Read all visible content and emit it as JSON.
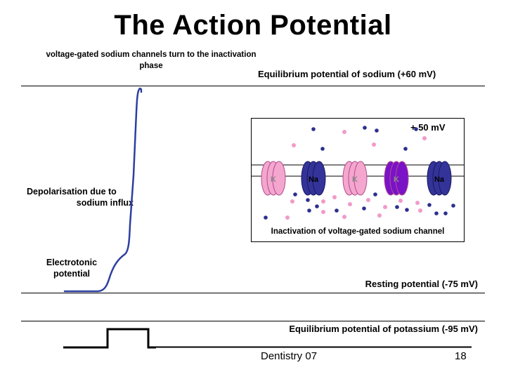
{
  "slide": {
    "title": "The Action Potential",
    "footer_left": "Dentistry 07",
    "page_number": "18"
  },
  "labels": {
    "inactivation_phase": "voltage-gated sodium channels turn to the inactivation phase",
    "eq_sodium": "Equilibrium potential of sodium (+60 mV)",
    "depolarisation_line1": "Depolarisation due to",
    "depolarisation_line2": "sodium influx",
    "electrotonic_line1": "Electrotonic",
    "electrotonic_line2": "potential",
    "resting": "Resting potential (-75 mV)",
    "eq_potassium": "Equilibrium potential of potassium (-95 mV)"
  },
  "inset": {
    "voltage": "+ 50 mV",
    "caption": "Inactivation of voltage-gated sodium channel",
    "channels": [
      {
        "label": "K",
        "kind": "potassium",
        "color": "#f4a6cf"
      },
      {
        "label": "Na",
        "kind": "sodium",
        "color": "#33339a"
      },
      {
        "label": "K",
        "kind": "potassium",
        "color": "#f4a6cf"
      },
      {
        "label": "K",
        "kind": "potassium-open",
        "color": "#7a12c8"
      },
      {
        "label": "Na",
        "kind": "sodium",
        "color": "#33339a"
      }
    ]
  },
  "colors": {
    "trace": "#2d3fa0",
    "potassium_ion": "#f29ac9",
    "sodium_ion": "#2b2f8f"
  }
}
